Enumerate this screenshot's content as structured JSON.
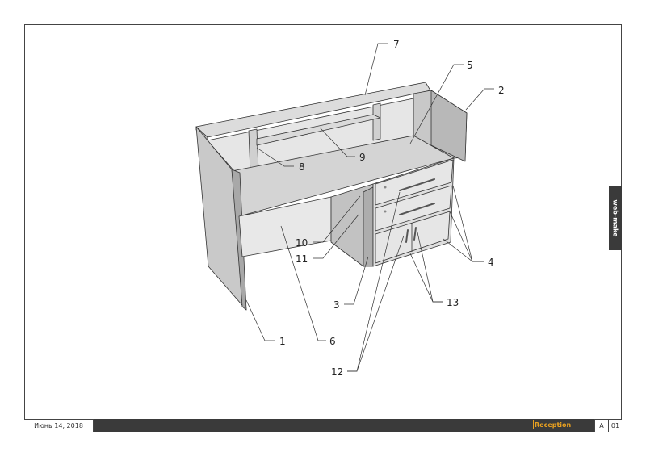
{
  "title_block": {
    "date": "Июнь 14, 2018",
    "title": "Reception",
    "revision": "A",
    "sheet": "01"
  },
  "side_tab": {
    "label": "web-make"
  },
  "callouts": [
    "1",
    "2",
    "3",
    "4",
    "5",
    "6",
    "7",
    "8",
    "9",
    "10",
    "11",
    "12",
    "13"
  ],
  "colors": {
    "panel_face": "#d4d4d4",
    "panel_light": "#e4e4e4",
    "panel_dark": "#b8b8b8",
    "line": "#333333",
    "accent": "#e8a020",
    "bar": "#3a3a3a"
  }
}
